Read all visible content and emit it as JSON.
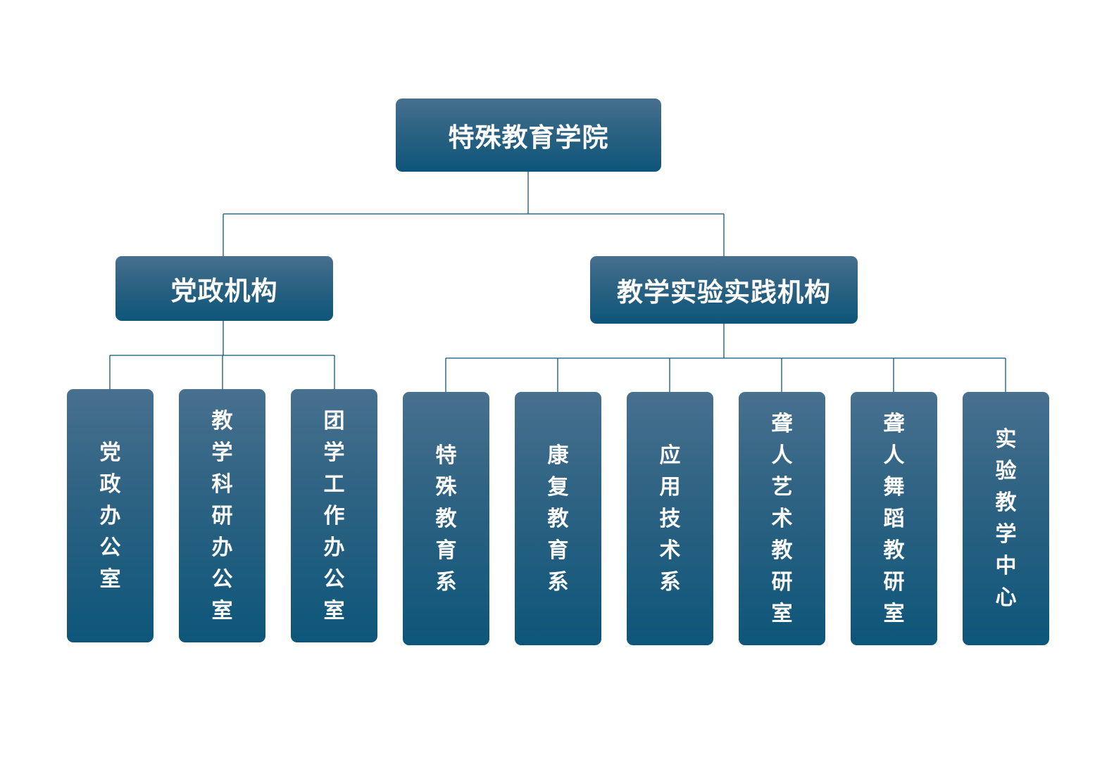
{
  "root": {
    "label": "特殊教育学院"
  },
  "branches": [
    {
      "label": "党政机构",
      "children": [
        "党政办公室",
        "教学科研办公室",
        "团学工作办公室"
      ]
    },
    {
      "label": "教学实验实践机构",
      "children": [
        "特殊教育系",
        "康复教育系",
        "应用技术系",
        "聋人艺术教研室",
        "聋人舞蹈教研室",
        "实验教学中心"
      ]
    }
  ],
  "colors": {
    "box_top": "#48708f",
    "box_bottom": "#0d567a",
    "line": "#0d567a",
    "text": "#ffffff"
  }
}
